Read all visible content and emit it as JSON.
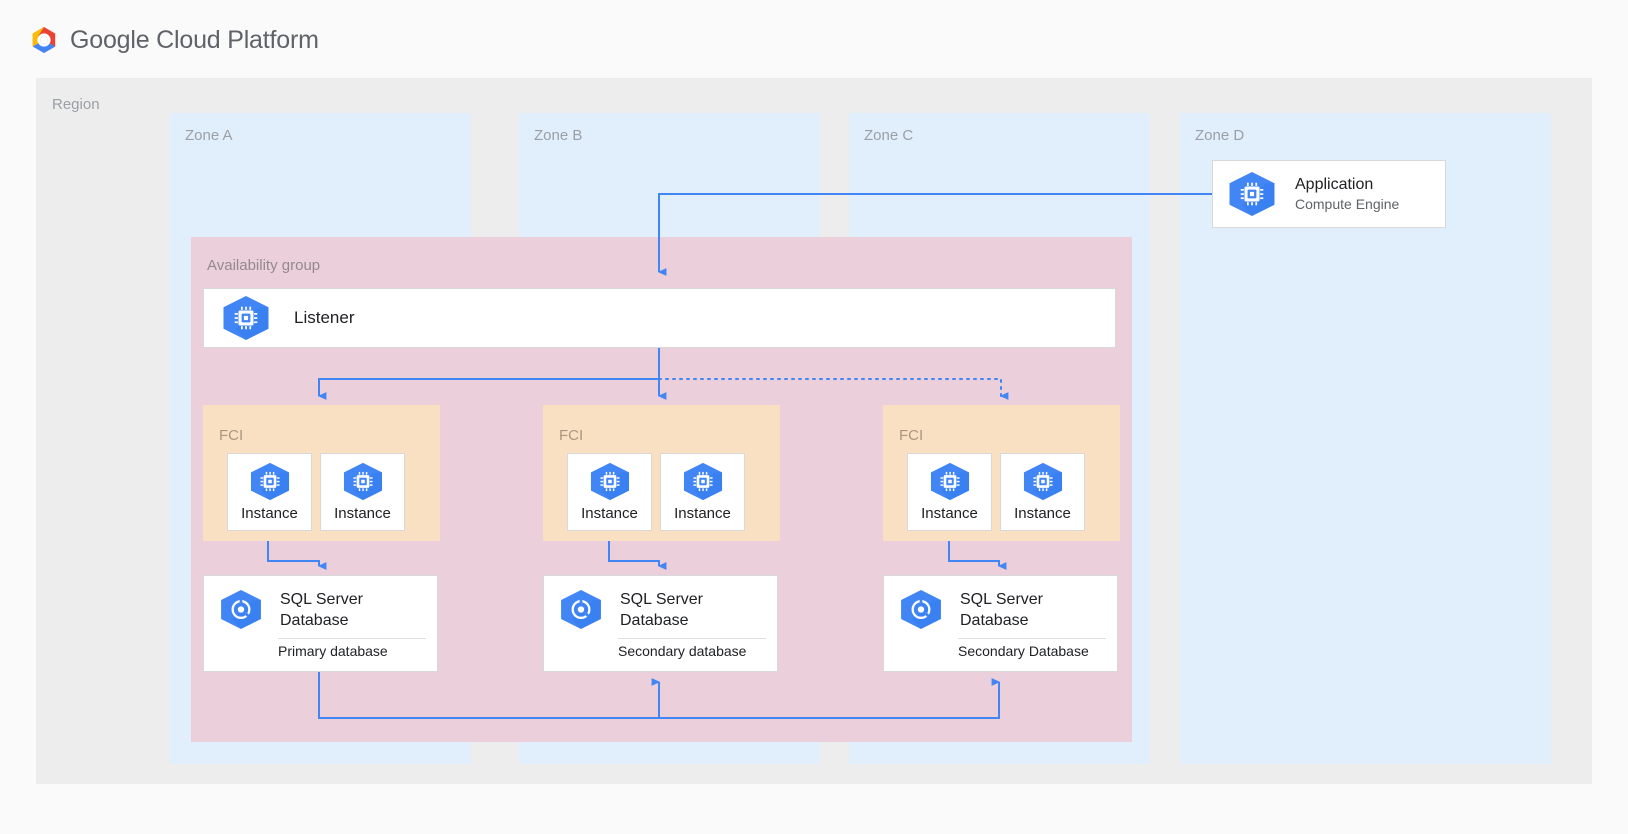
{
  "header": {
    "brand_google": "Google",
    "brand_rest": " Cloud Platform",
    "logo_icon": "google-cloud-logo"
  },
  "region": {
    "label": "Region",
    "zones": [
      {
        "label": "Zone A"
      },
      {
        "label": "Zone B"
      },
      {
        "label": "Zone C"
      },
      {
        "label": "Zone D"
      }
    ]
  },
  "application": {
    "title": "Application",
    "subtitle": "Compute Engine",
    "icon": "compute-engine-icon"
  },
  "availability_group": {
    "label": "Availability group",
    "listener": {
      "label": "Listener",
      "icon": "compute-engine-icon"
    },
    "fci_groups": [
      {
        "label": "FCI",
        "instances": [
          {
            "label": "Instance",
            "icon": "compute-engine-icon"
          },
          {
            "label": "Instance",
            "icon": "compute-engine-icon"
          }
        ]
      },
      {
        "label": "FCI",
        "instances": [
          {
            "label": "Instance",
            "icon": "compute-engine-icon"
          },
          {
            "label": "Instance",
            "icon": "compute-engine-icon"
          }
        ]
      },
      {
        "label": "FCI",
        "instances": [
          {
            "label": "Instance",
            "icon": "compute-engine-icon"
          },
          {
            "label": "Instance",
            "icon": "compute-engine-icon"
          }
        ]
      }
    ],
    "databases": [
      {
        "title": "SQL Server Database",
        "role": "Primary database",
        "icon": "sql-database-icon"
      },
      {
        "title": "SQL Server Database",
        "role": "Secondary database",
        "icon": "sql-database-icon"
      },
      {
        "title": "SQL Server Database",
        "role": "Secondary Database",
        "icon": "sql-database-icon"
      }
    ]
  },
  "colors": {
    "page_background": "#fafafa",
    "region_background": "#ededed",
    "zone_background": "#e1eefc",
    "availability_group_background": "#ebcfdb",
    "fci_background": "#fae0c3",
    "connector_blue": "#4285f4",
    "icon_blue": "#4285f4",
    "card_white": "#ffffff",
    "muted_text": "#9aa0a6",
    "body_text": "#202124"
  }
}
